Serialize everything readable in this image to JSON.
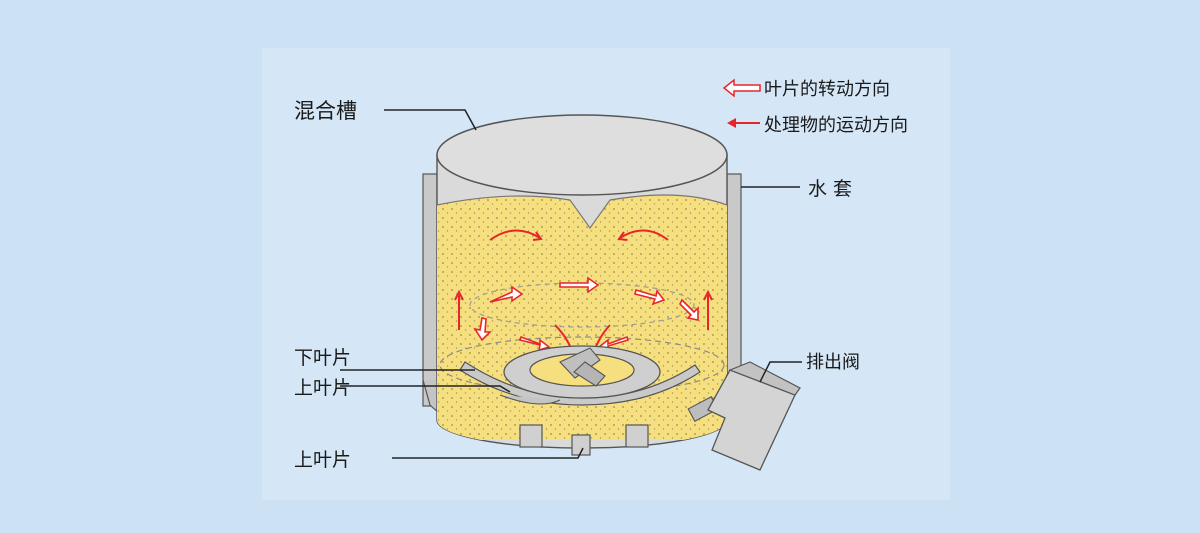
{
  "legend": {
    "rotation_label": "叶片的转动方向",
    "material_label": "处理物的运动方向"
  },
  "labels": {
    "mixing_tank": "混合槽",
    "water_jacket": "水 套",
    "discharge_valve": "排出阀",
    "lower_blade": "下叶片",
    "upper_blade": "上叶片",
    "bottom_blade": "上叶片"
  },
  "colors": {
    "background": "#cce1f4",
    "material": "#f6df7e",
    "metal": "#c8c8c8",
    "arrow": "#e8262a"
  }
}
